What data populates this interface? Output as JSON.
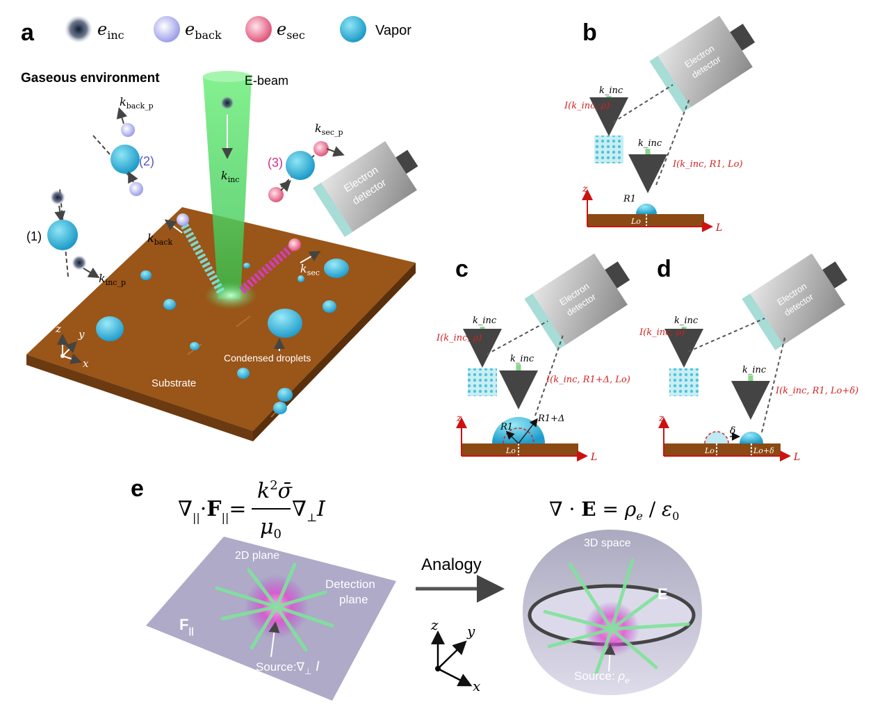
{
  "panels": {
    "a": "a",
    "b": "b",
    "c": "c",
    "d": "d",
    "e": "e"
  },
  "legend": {
    "e_inc": {
      "base": "e",
      "sub": "inc"
    },
    "e_back": {
      "base": "e",
      "sub": "back"
    },
    "e_sec": {
      "base": "e",
      "sub": "sec"
    },
    "vapor": "Vapor"
  },
  "panel_a": {
    "environment": "Gaseous environment",
    "ebeam": "E-beam",
    "k_inc": {
      "base": "k",
      "sub": "inc"
    },
    "k_back_p": {
      "base": "k",
      "sub": "back_p"
    },
    "k_sec_p": {
      "base": "k",
      "sub": "sec_p"
    },
    "k_inc_p": {
      "base": "k",
      "sub": "inc_p"
    },
    "k_back": {
      "base": "k",
      "sub": "back"
    },
    "k_sec": {
      "base": "k",
      "sub": "sec"
    },
    "process_1": "(1)",
    "process_2": "(2)",
    "process_3": "(3)",
    "detector_line1": "Electron",
    "detector_line2": "detector",
    "droplets": "Condensed droplets",
    "substrate": "Substrate",
    "axes": {
      "z": "z",
      "y": "y",
      "x": "x"
    }
  },
  "panel_b": {
    "k_inc_a": "k_inc",
    "k_inc_b": "k_inc",
    "I_rho": "I(k_inc, ρ)",
    "I_R_L": "I(k_inc, R1, Lo)",
    "R1": "R1",
    "Lo": "Lo",
    "z": "z",
    "L": "L"
  },
  "panel_c": {
    "I_rho": "I(k_inc, ρ)",
    "I_R_L": "I(k_inc, R1+Δ, Lo)",
    "R1": "R1",
    "R1_delta": "R1+Δ",
    "Lo": "Lo",
    "z": "z",
    "L": "L"
  },
  "panel_d": {
    "I_rho": "I(k_inc, ρ)",
    "I_R_L": "I(k_inc, R1, Lo+δ)",
    "delta": "δ",
    "Lo": "Lo",
    "Lo_delta": "Lo+δ",
    "z": "z",
    "L": "L"
  },
  "panel_e": {
    "eq_left": "∇‖·F‖ = (k²σ̄ / μ0) ∇⊥I",
    "eq_right": "∇ · E = ρe / ε0",
    "plane_2d": "2D plane",
    "detection_line1": "Detection",
    "detection_line2": "plane",
    "F_par": "F‖",
    "source_left": "Source:∇⊥I",
    "analogy": "Analogy",
    "space_3d": "3D space",
    "E": "E",
    "source_right": "Source: ρe",
    "axes": {
      "z": "z",
      "y": "y",
      "x": "x"
    }
  },
  "colors": {
    "substrate": "#8b4a14",
    "droplet": "#3fb6d9",
    "beam": "#5fe06a",
    "red_label": "#d42020",
    "axis_red": "#cc1111",
    "purple_plane": "#a9a6c4",
    "magenta": "#e040c0"
  }
}
